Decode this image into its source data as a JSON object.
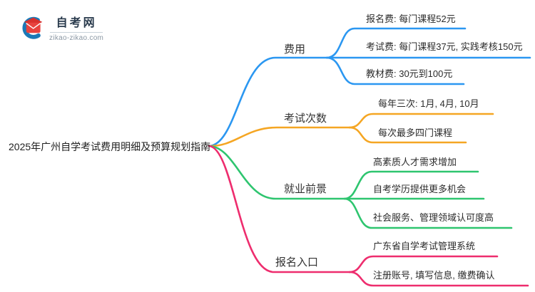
{
  "logo": {
    "site_name": "自考网",
    "site_domain": "zikao-zikao.com"
  },
  "mindmap": {
    "root_title": "2025年广州自学考试费用明细及预算规划指南",
    "branches": [
      {
        "label": "费用",
        "color": "#2b97f1",
        "children": [
          "报名费: 每门课程52元",
          "考试费: 每门课程37元, 实践考核150元",
          "教材费: 30元到100元"
        ]
      },
      {
        "label": "考试次数",
        "color": "#f5a623",
        "children": [
          "每年三次: 1月, 4月, 10月",
          "每次最多四门课程"
        ]
      },
      {
        "label": "就业前景",
        "color": "#2ec56f",
        "children": [
          "高素质人才需求增加",
          "自考学历提供更多机会",
          "社会服务、管理领域认可度高"
        ]
      },
      {
        "label": "报名入口",
        "color": "#ee2d6e",
        "children": [
          "广东省自学考试管理系统",
          "注册账号, 填写信息, 缴费确认"
        ]
      }
    ]
  }
}
